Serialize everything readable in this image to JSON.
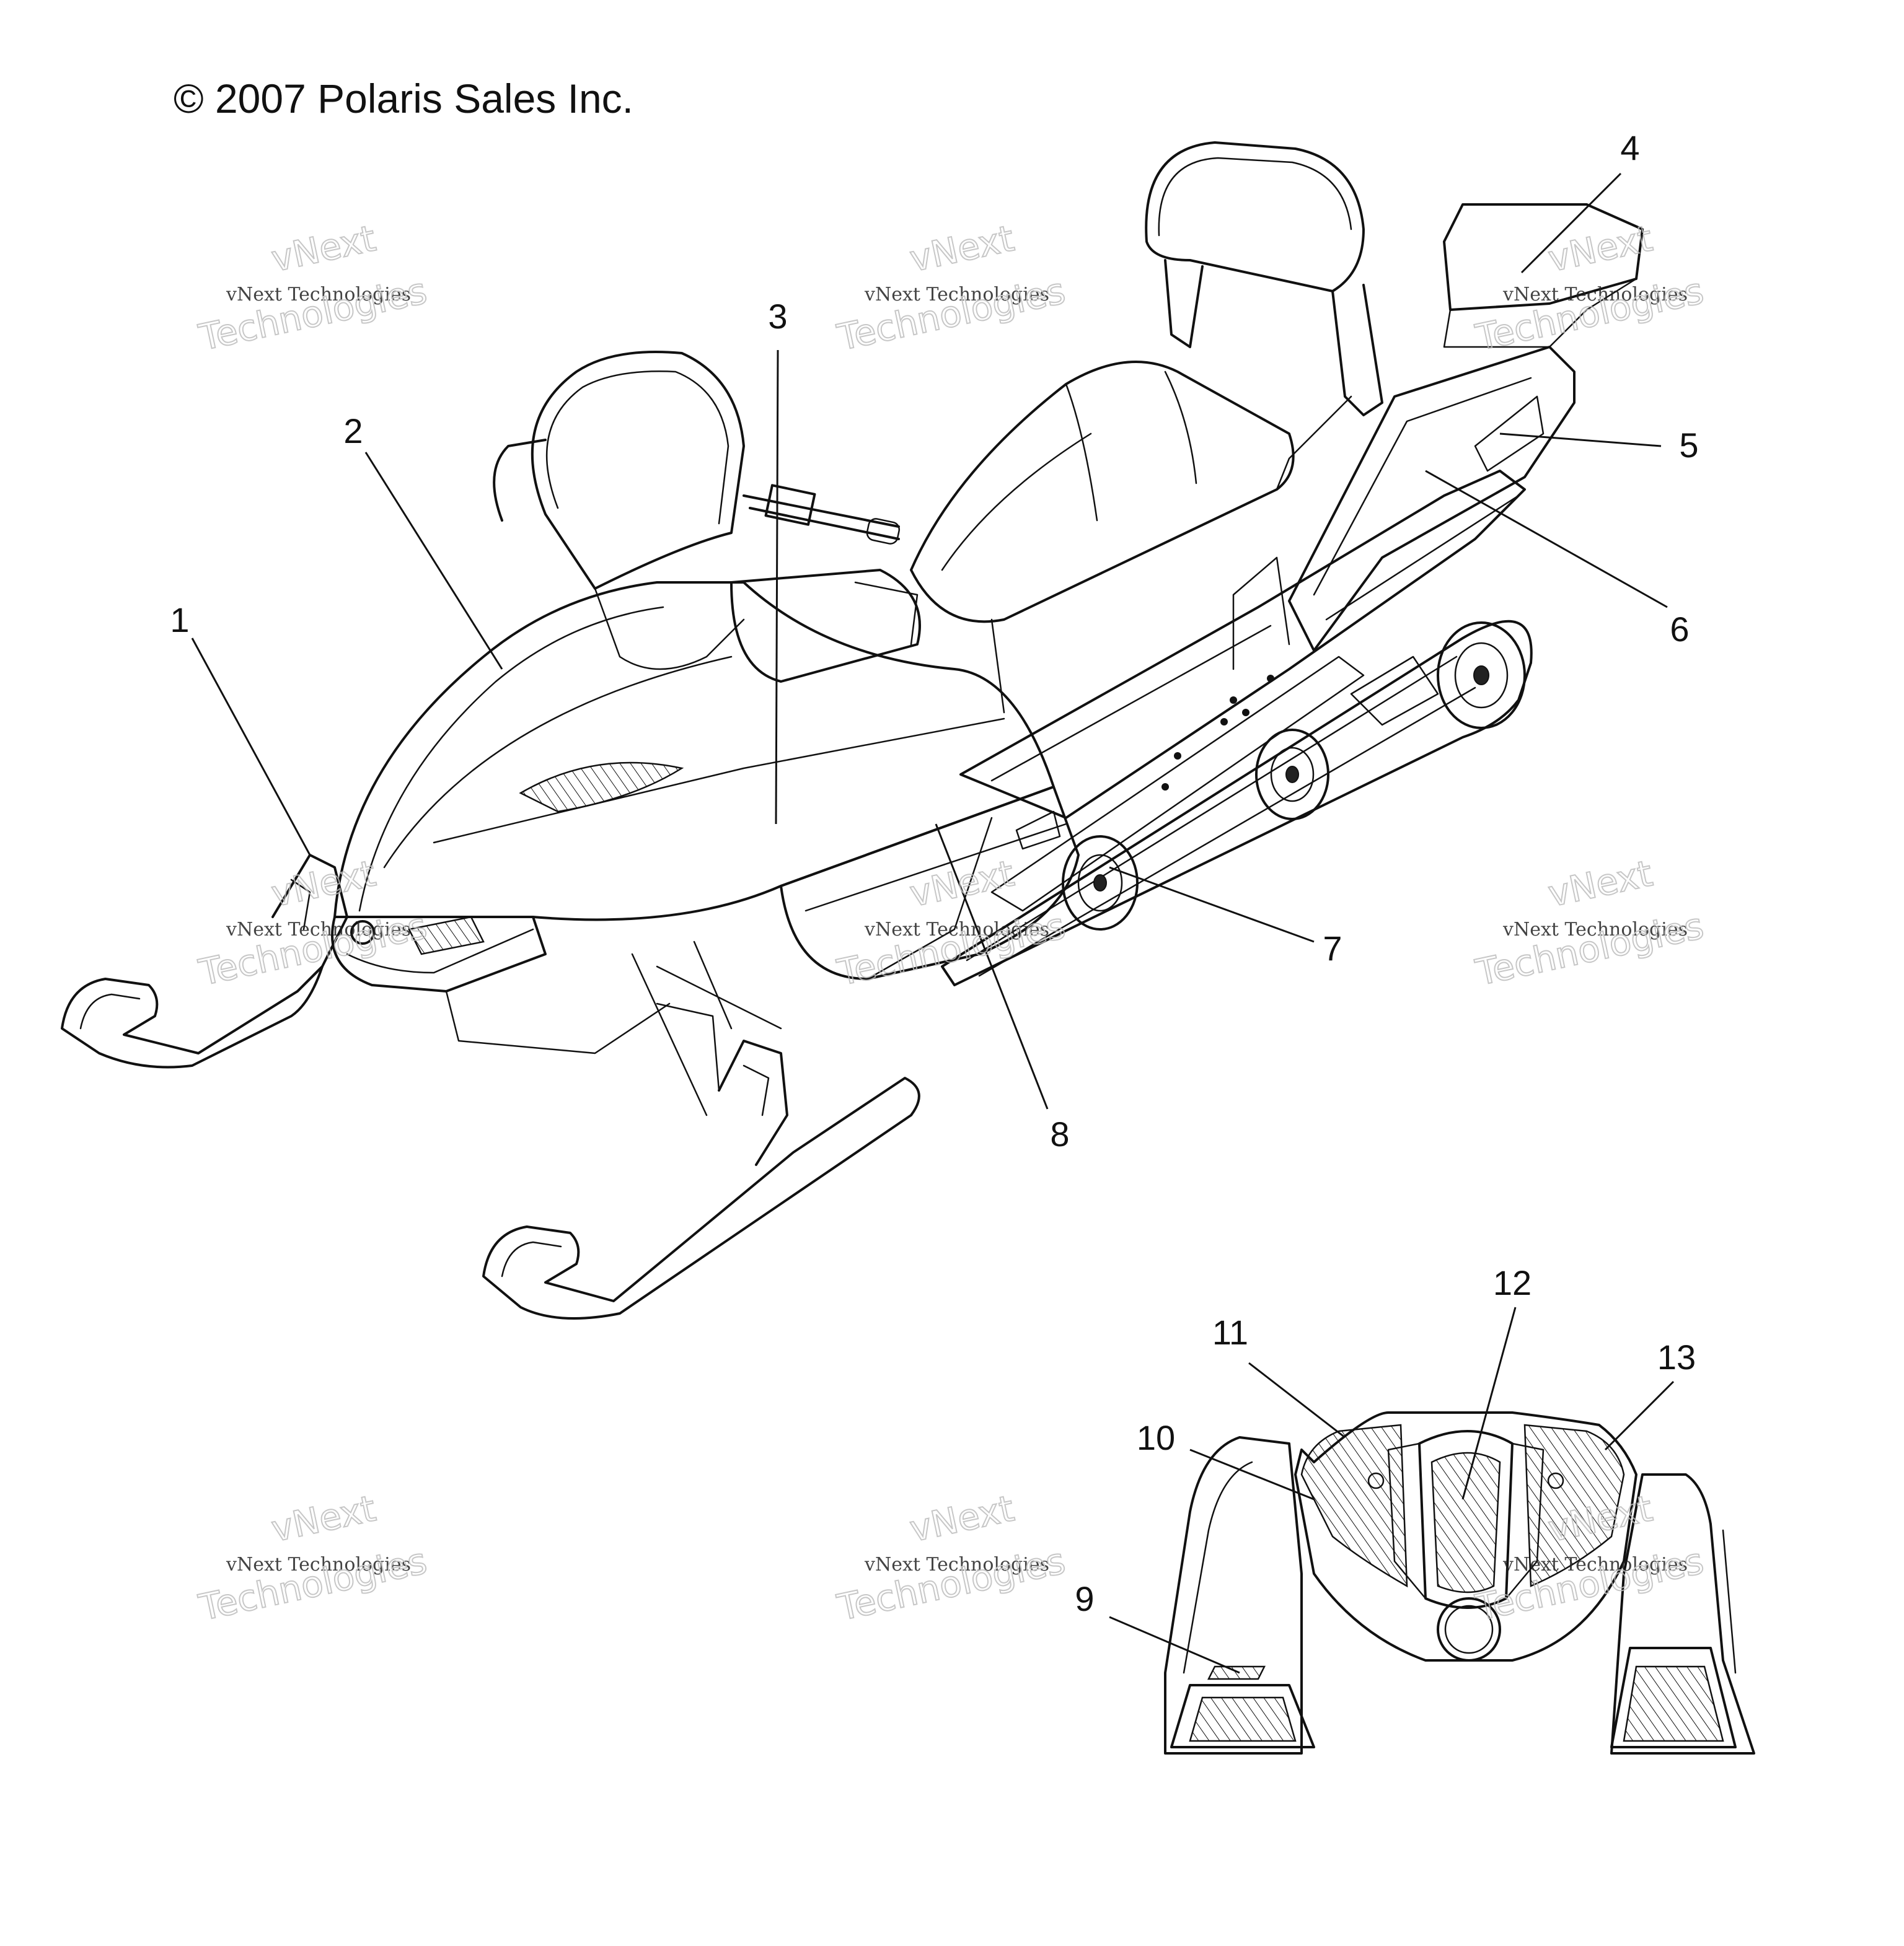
{
  "copyright": "© 2007 Polaris Sales Inc.",
  "callouts": [
    "1",
    "2",
    "3",
    "4",
    "5",
    "6",
    "7",
    "8",
    "9",
    "10",
    "11",
    "12",
    "13"
  ],
  "watermark": {
    "small": "vNext Technologies",
    "large_top": "vNext",
    "large_bottom": "Technologies"
  }
}
